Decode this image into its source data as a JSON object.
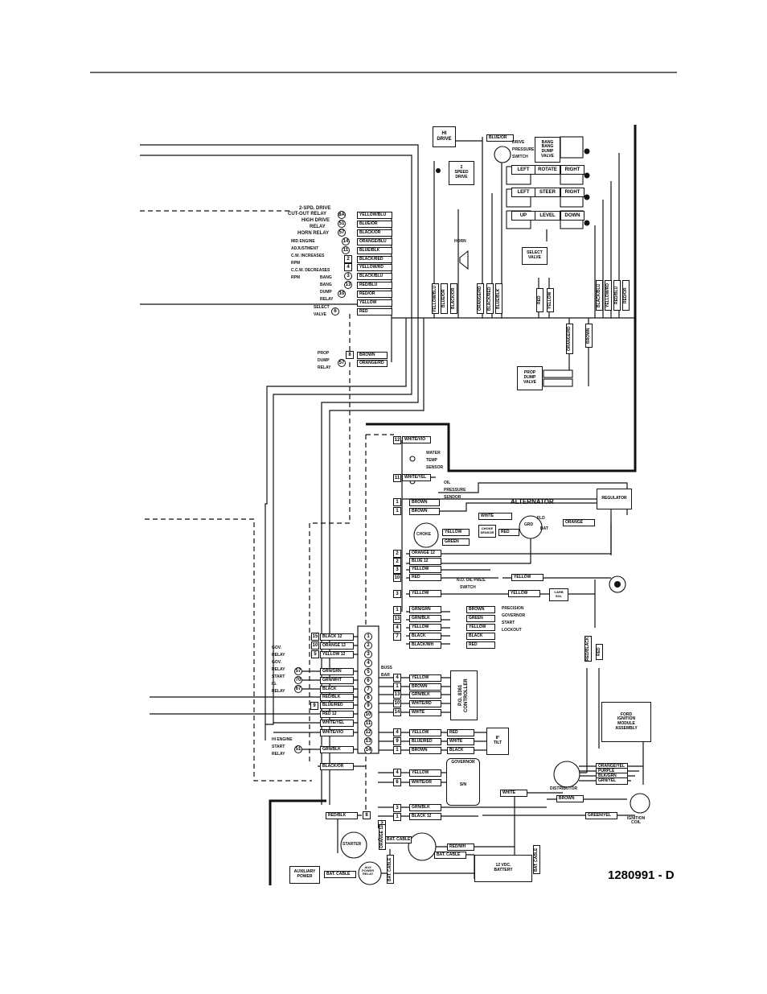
{
  "figure_number": "1280991 - D",
  "relays_left": {
    "two_spd": "2-SPD. DRIVE",
    "cutout": "CUT-OUT RELAY",
    "high_drive": "HIGH DRIVE",
    "relay": "RELAY",
    "horn": "HORN RELAY",
    "mid_engine": "MID ENGINE",
    "adjustment": "ADJUSTMENT",
    "cw_inc": "C.W. INCREASES",
    "rpm1": "RPM",
    "ccw_dec": "C.C.W. DECREASES",
    "rpm2": "RPM",
    "bang1": "BANG",
    "bang2": "BANG",
    "dump": "DUMP",
    "relay2": "RELAY",
    "select": "SELECT",
    "valve": "VALVE",
    "prop": "PROP",
    "dump2": "DUMP",
    "relay3": "RELAY"
  },
  "upper_wire_tags": [
    "YELLOW/BLU",
    "BLUE/OR",
    "BLACK/OR",
    "ORANGE/BLU",
    "BLUE/BLK",
    "BLACK/RED",
    "YELLOW/RD",
    "BLACK/BLU",
    "RED/BLU",
    "RED/OR",
    "YELLOW",
    "RED"
  ],
  "upper_pins": [
    "8A",
    "51",
    "57",
    "14",
    "11",
    "2",
    "4",
    "3",
    "13",
    "10",
    "",
    "6"
  ],
  "prop_tags": [
    "BROWN",
    "ORANGE/RD"
  ],
  "prop_pins": [
    "8",
    "57"
  ],
  "valves": {
    "hi_drive": "HI\nDRIVE",
    "blue_or": "BLUE/OR",
    "drive_pressure": "DRIVE",
    "pressure": "PRESSURE",
    "switch": "SWITCH",
    "bang_dump": "BANG\nBANG\nDUMP\nVALVE",
    "two_speed": "2\nSPEED\nDRIVE",
    "left": "LEFT",
    "rotate": "ROTATE",
    "right": "RIGHT",
    "left2": "LEFT",
    "steer": "STEER",
    "right2": "RIGHT",
    "up": "UP",
    "level": "LEVEL",
    "down": "DOWN",
    "horn": "HORN",
    "select_valve": "SELECT\nVALVE",
    "prop_dump": "PROP\nDUMP\nVALVE"
  },
  "vertical_tags": [
    "YELLOW/BLU",
    "BLUE/OR",
    "BLACK/OR",
    "ORANGE/RD",
    "BLACK/RED",
    "BLUE/BLK",
    "RED",
    "YELLOW",
    "BLACK/BLU",
    "YELLOW/RD",
    "RED/BLU",
    "RED/OR",
    "ORANGE/RD",
    "BROWN"
  ],
  "engine": {
    "water_tag": "WHITE/VIO",
    "water": "WATER",
    "temp": "TEMP",
    "sensor": "SENSOR",
    "oil_tag": "WHITE/YEL",
    "oil": "OIL",
    "pressure": "PRESSURE",
    "sensor2": "SENDOR",
    "brown": "BROWN",
    "brown2": "BROWN",
    "alternator": "ALTERNATOR",
    "regulator": "REGULATOR",
    "white": "WHITE",
    "yellow": "YELLOW",
    "green": "GREEN",
    "red": "RED",
    "orange": "ORANGE",
    "fld": "FLD",
    "bat": "BAT",
    "grd": "GRD",
    "choke": "CHOKE",
    "choke2": "CHOKE\nSENSOR",
    "orange12": "ORANGE 12",
    "blue12": "BLUE 12",
    "yellow2": "YELLOW",
    "red2": "RED",
    "no_oil": "N.O. OIL PRES.",
    "switch": "SWITCH",
    "yellow3": "YELLOW",
    "yellow4": "YELLOW",
    "yellow5": "YELLOW",
    "carb": "CARB\nSOL",
    "gov_tags": [
      "GRN/GRN",
      "GRN/BLK",
      "YELLOW",
      "BLACK",
      "BLACK/WH"
    ],
    "gov_tags2": [
      "BROWN",
      "GREEN",
      "YELLOW",
      "BLACK",
      "RED"
    ],
    "precision": "PRECISION",
    "governor": "GOVERNOR",
    "start": "START",
    "lockout": "LOCKOUT"
  },
  "bus": {
    "left_tags": [
      "BLACK 12",
      "ORANGE 12",
      "YELLOW 12"
    ],
    "left_pins": [
      "15",
      "10",
      "5"
    ],
    "gov": "GOV.",
    "relay": "RELAY",
    "gov2": "GOV.",
    "relay2": "RELAY",
    "start": "START",
    "ig": "IG.",
    "relay3": "RELAY",
    "mid_tags": [
      "GRN/GRN",
      "GRN/WHT",
      "BLACK",
      "RED/BLK",
      "BLUE/RED",
      "RED 12",
      "WHITE/YEL",
      "WHITE/VIO"
    ],
    "mid_pins": [
      "57",
      "70",
      "67",
      "",
      "9",
      "",
      "",
      ""
    ],
    "bus_nums": [
      "1",
      "2",
      "3",
      "4",
      "5",
      "6",
      "7",
      "8",
      "9",
      "10",
      "11",
      "12",
      "13",
      "14"
    ],
    "buss": "BUSS",
    "bar": "BAR",
    "hi_engine": "HI ENGINE",
    "start2": "START",
    "relay4": "RELAY",
    "grn_blk": "GRN/BLK",
    "pin_51": "51",
    "black_or": "BLACK/OR"
  },
  "controller": {
    "tags": [
      "YELLOW",
      "BROWN",
      "GRN/BLK",
      "WHITE/RD",
      "WHITE"
    ],
    "nums": [
      "4",
      "1",
      "13",
      "10",
      "14"
    ],
    "label": "P.G. 8361\nCONTROLLER",
    "tilt_tags": [
      "YELLOW",
      "BLUE/RED",
      "BROWN"
    ],
    "tilt_tags2": [
      "RED",
      "WHITE",
      "BLACK"
    ],
    "tilt_nums": [
      "4",
      "9",
      "1"
    ],
    "tilt": "8°\nTILT",
    "gov_tags": [
      "YELLOW",
      "WHITE/OR"
    ],
    "gov_nums": [
      "4",
      "6"
    ],
    "governor": "GOVERNOR",
    "gov_label": "S/N"
  },
  "ignition": {
    "ford": "FORD",
    "ignition": "IGNITION",
    "module": "MODULE",
    "assembly": "ASSEMBLY",
    "tags": [
      "ORANGE/YEL",
      "PURPLE",
      "BLK/GRN",
      "GRN/YEL"
    ],
    "red": "RED",
    "red_black": "RED/BLACK",
    "distributor": "DISTRIBUTOR",
    "brown": "BROWN",
    "white": "WHITE",
    "grn_yel": "GREEN/YEL",
    "coil": "IGNITION\nCOIL",
    "grn_blk": "GRN/BLK",
    "black12": "BLACK 12",
    "nums": [
      "3",
      "1"
    ],
    "red_blk": "RED/BLK",
    "pin8": "8",
    "starter": "STARTER",
    "bat_cable": "BAT. CABLE",
    "red_wh": "RED/WH",
    "bat_cable2": "BAT. CABLE",
    "battery": "12 VDC.\nBATTERY",
    "bat_cable3": "BAT. CABLE",
    "aux_power": "AUXILIARY\nPOWER",
    "bat_cable4": "BAT. CABLE",
    "aux_relay": "AUX\nPOWER\nRELAY",
    "orange12": "ORANGE 12",
    "bat_cable5": "BAT. CABLE",
    "pin2": "2"
  }
}
